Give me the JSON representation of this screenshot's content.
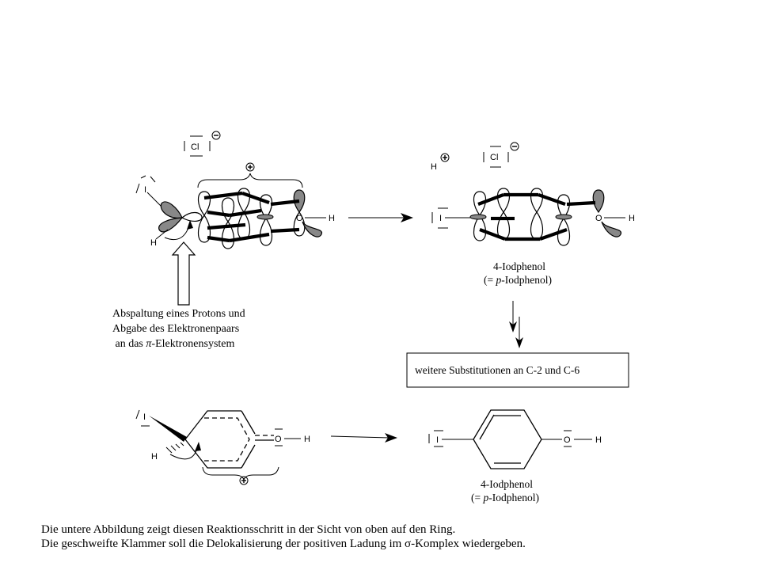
{
  "atoms": {
    "iodine": "I",
    "chlorine": "Cl",
    "hydrogen": "H",
    "oxygen": "O"
  },
  "labels": {
    "note_line1": "Abspaltung eines Protons und",
    "note_line2": "Abgabe des Elektronenpaars",
    "note_line3_prefix": " an das ",
    "note_line3_pi": "π",
    "note_line3_suffix": "-Elektronensystem",
    "product_name": "4-Iodphenol",
    "product_alt_open": "(= ",
    "product_alt_p": "p",
    "product_alt_rest": "-Iodphenol)",
    "box_text": "weitere Substitutionen an C-2 und C-6"
  },
  "caption": {
    "line1": "Die untere Abbildung zeigt diesen Reaktionsschritt in der Sicht von oben auf den Ring.",
    "line2_prefix": "Die geschweifte Klammer soll die Delokalisierung der positiven Ladung im ",
    "line2_sigma": "σ",
    "line2_suffix": "-Komplex wiedergeben."
  },
  "charges": {
    "plus": "+",
    "minus": "−"
  }
}
